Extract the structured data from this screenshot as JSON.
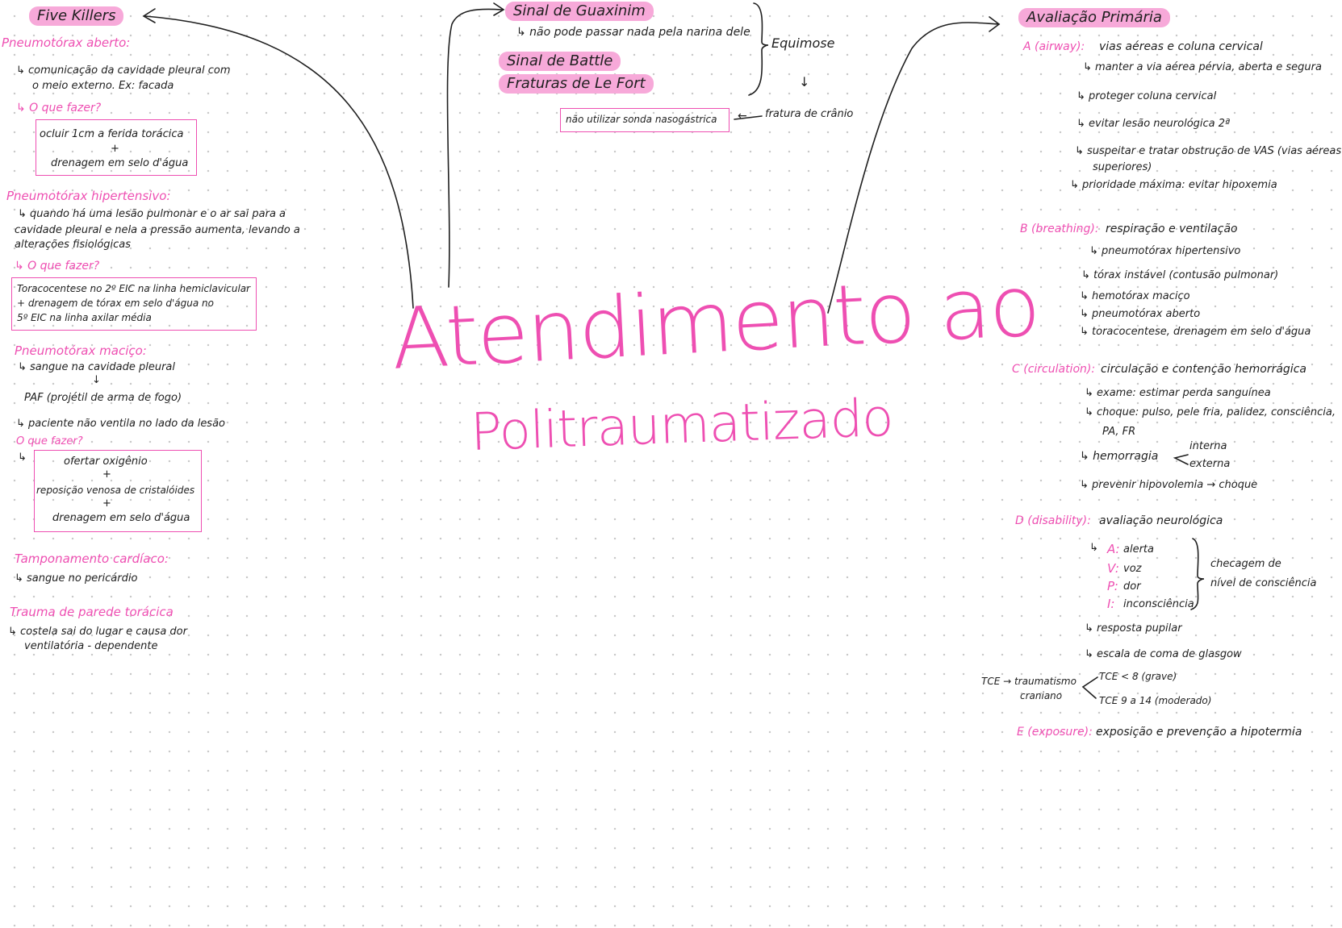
{
  "title": {
    "line1": "Atendimento ao",
    "line2": "Politraumatizado"
  },
  "left": {
    "header": "Five Killers",
    "pneumo_aberto": {
      "title": "Pneumotórax aberto:",
      "desc_line1": "↳ comunicação da cavidade pleural com",
      "desc_line2": "o meio externo. Ex: facada",
      "what_todo": "↳ O que fazer?",
      "box_line1": "ocluir 1cm a ferida torácica",
      "box_plus": "+",
      "box_line2": "drenagem em selo d'água"
    },
    "pneumo_hiper": {
      "title": "Pneumotórax hipertensivo:",
      "desc_line1": "↳ quando há uma lesão pulmonar e o ar sai para a",
      "desc_line2": "cavidade pleural e nela a pressão aumenta, levando a",
      "desc_line3": "alterações fisiológicas",
      "what_todo": "↳ O que fazer?",
      "box_line1": "Toracocentese no 2º EIC na linha hemiclavicular",
      "box_line2": "+ drenagem de tórax em selo d'água no",
      "box_line3": "5º EIC na linha axilar média"
    },
    "pneumo_macico": {
      "title": "Pneumotórax maciço:",
      "desc_line1": "↳ sangue na cavidade pleural",
      "arrow": "↓",
      "paf": "PAF (projétil de arma de fogo)",
      "desc_line2": "↳ paciente não ventila no lado da lesão",
      "what_todo": "O que fazer?",
      "hook": "↳",
      "box_line1": "ofertar oxigênio",
      "box_plus1": "+",
      "box_line2": "reposição venosa de cristalóides",
      "box_plus2": "+",
      "box_line3": "drenagem em selo d'água"
    },
    "tamponamento": {
      "title": "Tamponamento cardíaco:",
      "desc": "↳ sangue no pericárdio"
    },
    "trauma_parede": {
      "title": "Trauma de parede torácica",
      "desc_line1": "↳ costela sai do lugar e causa dor",
      "desc_line2": "ventilatória - dependente"
    }
  },
  "middle": {
    "guaxinim": "Sinal de Guaxinim",
    "guaxinim_desc": "↳ não pode passar nada pela narina dele",
    "battle": "Sinal de Battle",
    "lefort": "Fraturas de Le Fort",
    "equimose": "Equimose",
    "down_arrow": "↓",
    "fratura": "fratura de crânio",
    "left_arrow": "←",
    "sonda_box": "não utilizar sonda nasogástrica"
  },
  "right": {
    "header": "Avaliação Primária",
    "A": {
      "label": "A (airway):",
      "text": "vias aéreas e coluna cervical",
      "items": [
        "↳ manter a via aérea pérvia, aberta e segura",
        "↳ proteger coluna cervical",
        "↳ evitar lesão neurológica 2ª",
        "↳ suspeitar e tratar obstrução de VAS (vias aéreas",
        "superiores)",
        "↳ prioridade máxima: evitar hipoxemia"
      ]
    },
    "B": {
      "label": "B (breathing):",
      "text": "respiração e ventilação",
      "items": [
        "↳ pneumotórax hipertensivo",
        "↳ tórax instável (contusão pulmonar)",
        "↳ hemotórax maciço",
        "↳ pneumotórax aberto",
        "↳ toracocentese, drenagem em selo d'água"
      ]
    },
    "C": {
      "label": "C (circulation):",
      "text": "circulação e contenção hemorrágica",
      "items": [
        "↳ exame: estimar perda sanguínea",
        "↳ choque: pulso, pele fria, palidez, consciência,",
        "PA, FR",
        "↳ hemorragia",
        "interna",
        "externa",
        "↳ prevenir hipovolemia → choque"
      ]
    },
    "D": {
      "label": "D (disability):",
      "text": "avaliação neurológica",
      "avpu": [
        {
          "letter": "A:",
          "word": "alerta"
        },
        {
          "letter": "V:",
          "word": "voz"
        },
        {
          "letter": "P:",
          "word": "dor"
        },
        {
          "letter": "I:",
          "word": "inconsciência"
        }
      ],
      "hook": "↳",
      "checagem_line1": "checagem de",
      "checagem_line2": "nível de consciência",
      "items": [
        "↳ resposta pupilar",
        "↳ escala de coma de glasgow"
      ],
      "tce_left_line1": "TCE → traumatismo",
      "tce_left_line2": "craniano",
      "tce_right1": "TCE < 8 (grave)",
      "tce_right2": "TCE 9 a 14 (moderado)"
    },
    "E": {
      "label": "E (exposure):",
      "text": "exposição e prevenção a hipotermia"
    }
  },
  "colors": {
    "pink": "#ee4fb2",
    "highlight": "#f7a9d9",
    "ink": "#1f1f1f"
  }
}
